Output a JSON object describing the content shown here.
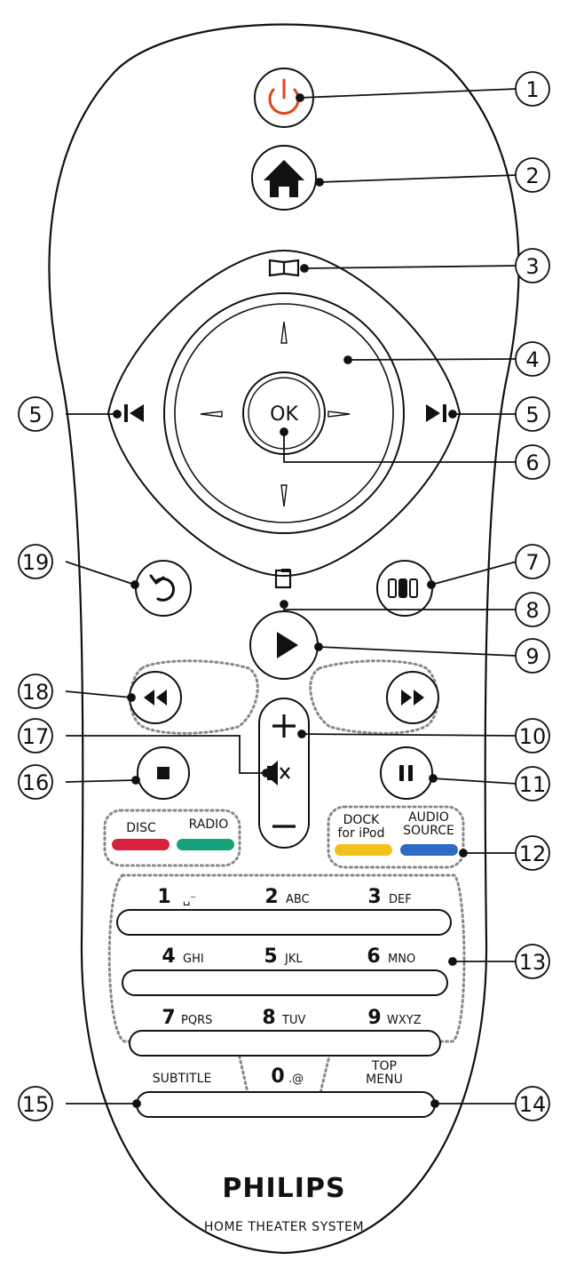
{
  "brand": {
    "logo": "PHILIPS",
    "tagline": "HOME THEATER SYSTEM"
  },
  "nav": {
    "ok": "OK"
  },
  "color_keys": {
    "disc": "DISC",
    "radio": "RADIO",
    "dock_line1": "DOCK",
    "dock_line2": "for iPod",
    "audio_line1": "AUDIO",
    "audio_line2": "SOURCE",
    "colors": {
      "red": "#d6223a",
      "green": "#16a37a",
      "yellow": "#f3c21a",
      "blue": "#2f6bc4"
    }
  },
  "numpad": {
    "k1": {
      "digit": "1",
      "letters": "␣⁻"
    },
    "k2": {
      "digit": "2",
      "letters": "ABC"
    },
    "k3": {
      "digit": "3",
      "letters": "DEF"
    },
    "k4": {
      "digit": "4",
      "letters": "GHI"
    },
    "k5": {
      "digit": "5",
      "letters": "JKL"
    },
    "k6": {
      "digit": "6",
      "letters": "MNO"
    },
    "k7": {
      "digit": "7",
      "letters": "PQRS"
    },
    "k8": {
      "digit": "8",
      "letters": "TUV"
    },
    "k9": {
      "digit": "9",
      "letters": "WXYZ"
    },
    "k0": {
      "digit": "0",
      "letters": ".@"
    }
  },
  "bottom_keys": {
    "subtitle": "SUBTITLE",
    "top_line1": "TOP",
    "top_line2": "MENU"
  },
  "callouts": {
    "c1": "1",
    "c2": "2",
    "c3": "3",
    "c4": "4",
    "c5a": "5",
    "c5b": "5",
    "c6": "6",
    "c7": "7",
    "c8": "8",
    "c9": "9",
    "c10": "10",
    "c11": "11",
    "c12": "12",
    "c13": "13",
    "c14": "14",
    "c15": "15",
    "c16": "16",
    "c17": "17",
    "c18": "18",
    "c19": "19"
  },
  "icons": {
    "power": "power-icon",
    "home": "home-icon",
    "book": "book-icon",
    "prev": "previous-icon",
    "next": "next-icon",
    "back": "back-icon",
    "options": "options-icon",
    "audio": "audio-sync-icon",
    "play": "play-icon",
    "rewind": "rewind-icon",
    "forward": "fast-forward-icon",
    "stop": "stop-icon",
    "pause": "pause-icon",
    "mute": "mute-icon"
  },
  "accent": {
    "power": "#e0451b"
  }
}
